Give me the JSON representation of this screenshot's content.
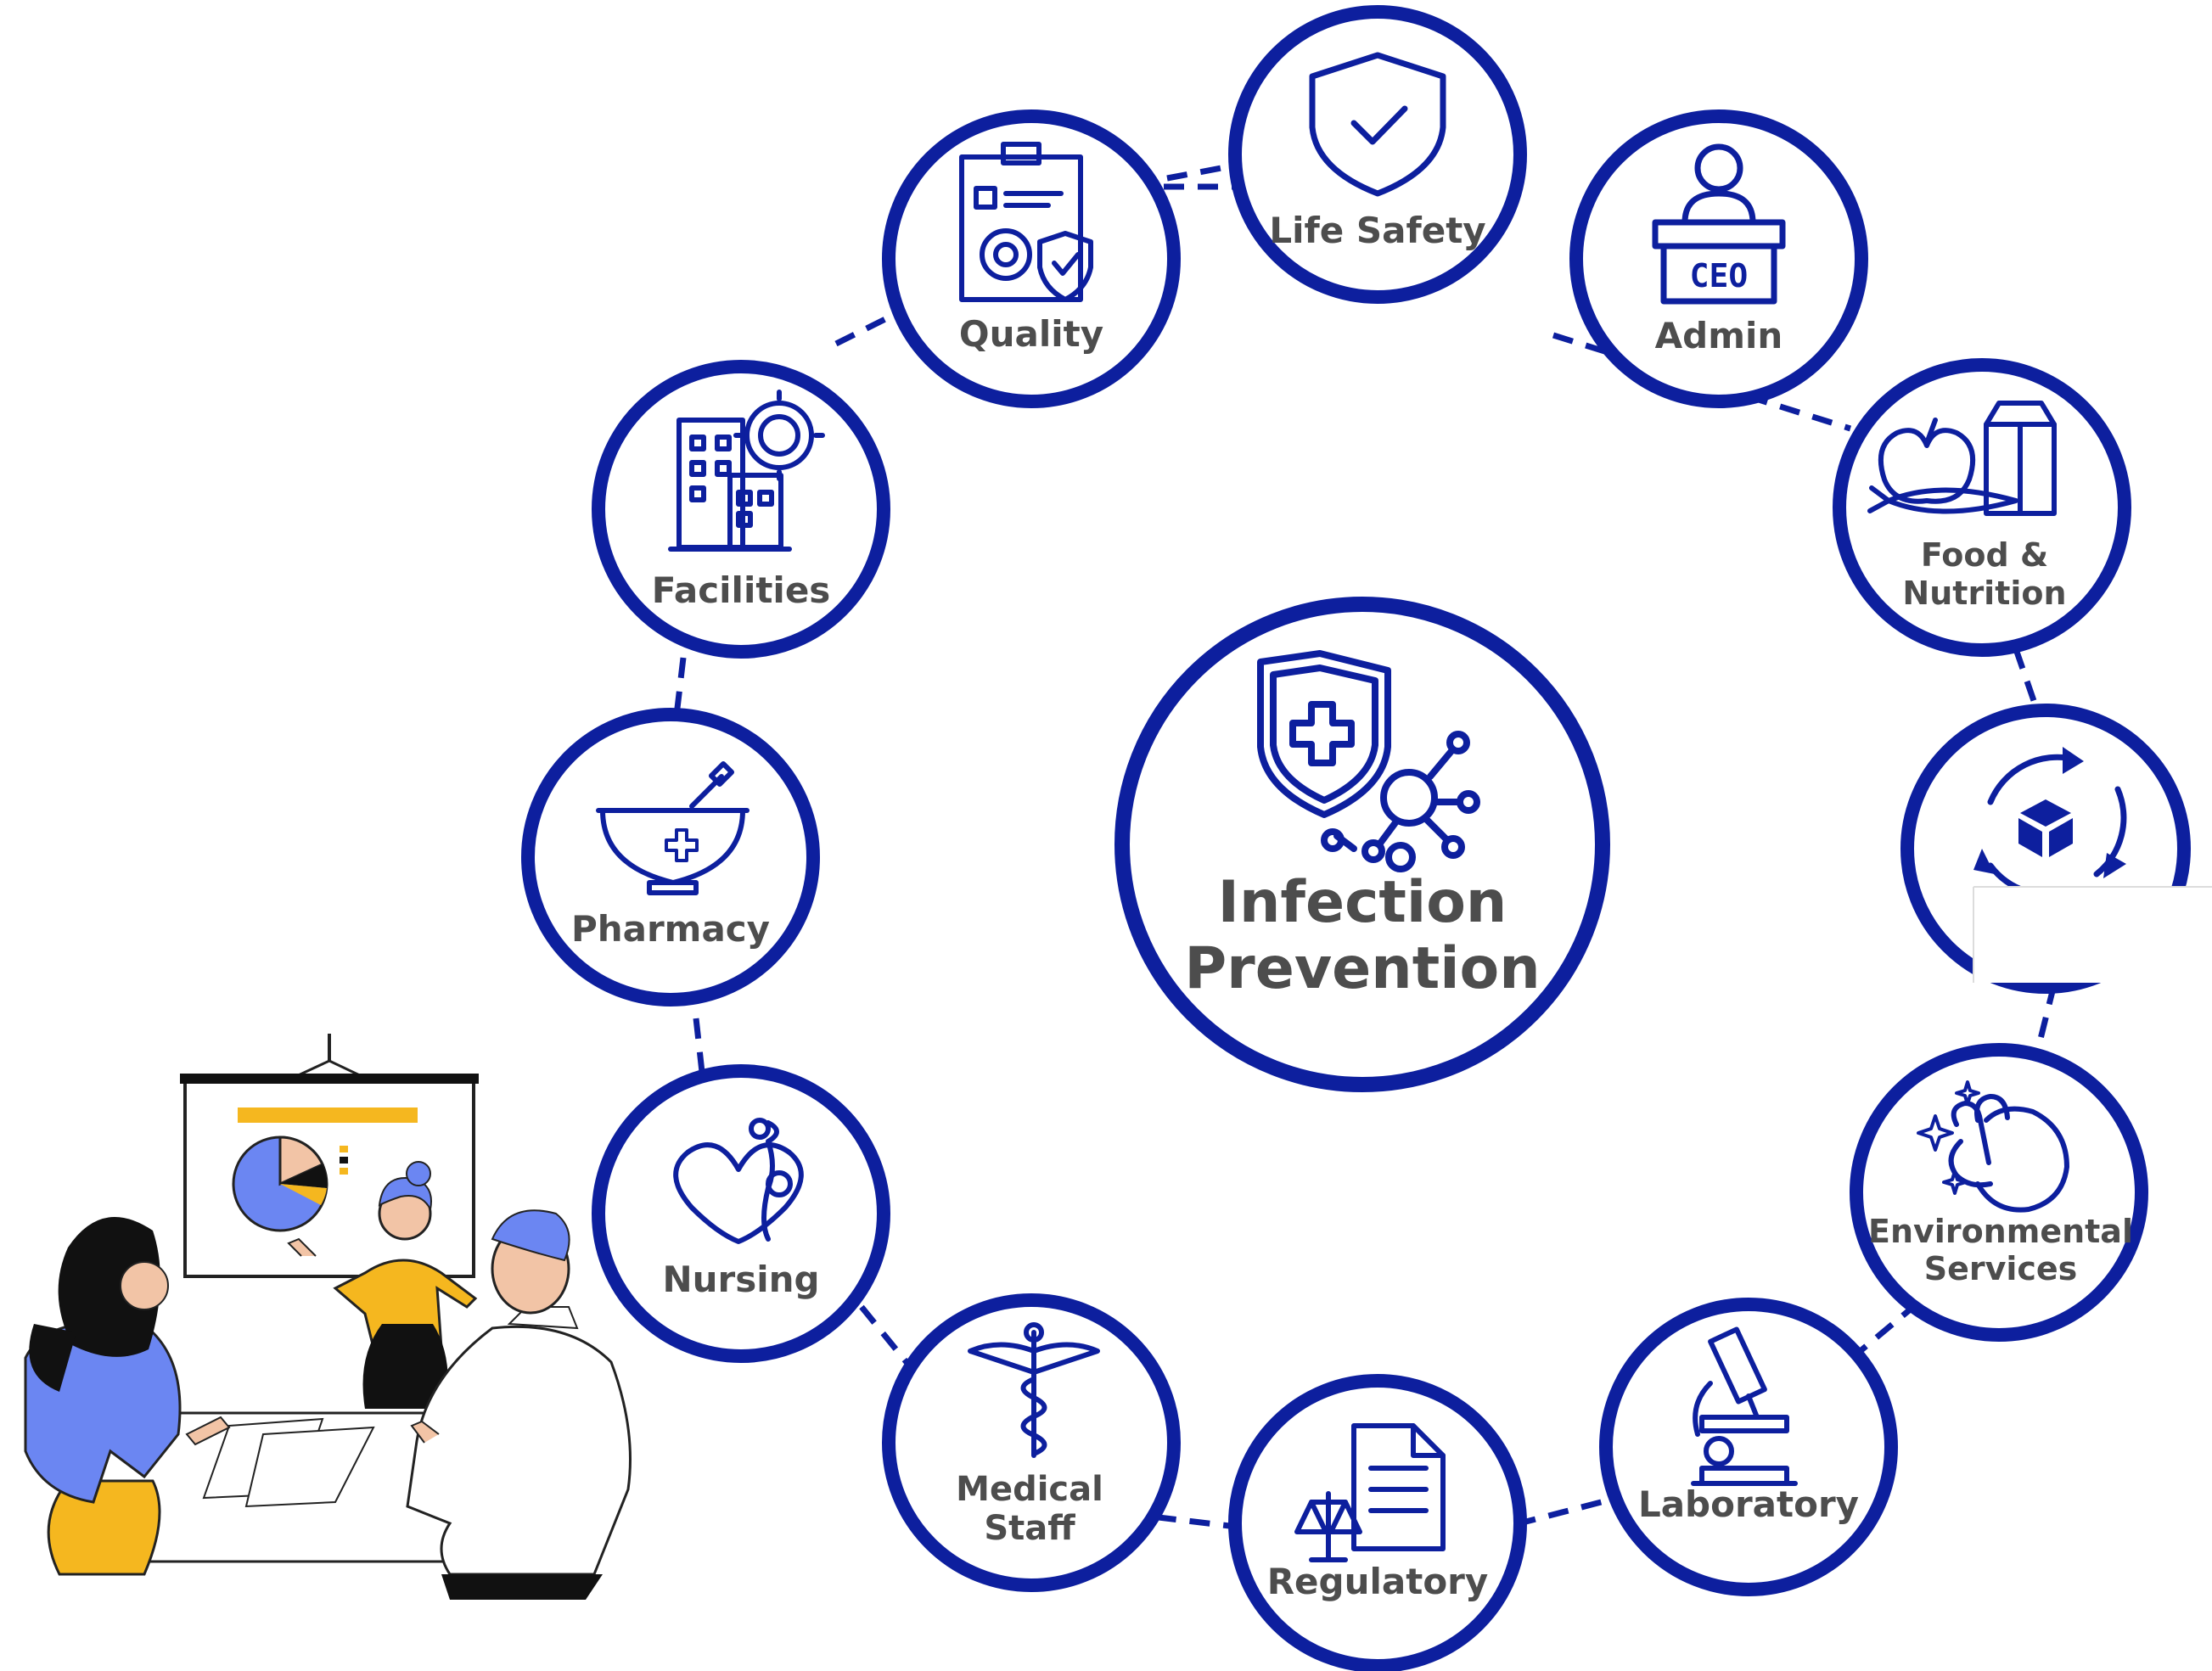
{
  "center": {
    "line1": "Infection",
    "line2": "Prevention",
    "icon": "shield-cross-virus-icon"
  },
  "nodes": {
    "life_safety": {
      "label": "Life Safety",
      "icon": "shield-check-icon"
    },
    "admin": {
      "label": "Admin",
      "icon": "ceo-podium-icon",
      "icon_text": "CEO"
    },
    "food": {
      "line1": "Food &",
      "line2": "Nutrition",
      "icon": "apple-carrot-milk-icon"
    },
    "supply": {
      "label": "",
      "icon": "box-cycle-icon"
    },
    "env": {
      "line1": "Environmental",
      "line2": "Services",
      "icon": "cleaning-hand-icon"
    },
    "lab": {
      "label": "Laboratory",
      "icon": "microscope-icon"
    },
    "regulatory": {
      "label": "Regulatory",
      "icon": "scales-document-icon"
    },
    "medical": {
      "line1": "Medical",
      "line2": "Staff",
      "icon": "caduceus-icon"
    },
    "nursing": {
      "label": "Nursing",
      "icon": "heart-stethoscope-icon"
    },
    "pharmacy": {
      "label": "Pharmacy",
      "icon": "mortar-pestle-icon"
    },
    "facilities": {
      "label": "Facilities",
      "icon": "building-gear-icon"
    },
    "quality": {
      "label": "Quality",
      "icon": "clipboard-gear-shield-icon"
    }
  },
  "illustration": {
    "name": "team-meeting-presentation-illustration"
  },
  "colors": {
    "ring": "#0d1f9e",
    "label": "#4d4d4d",
    "accent_yellow": "#f5b71f",
    "accent_blue": "#6b86f2"
  }
}
